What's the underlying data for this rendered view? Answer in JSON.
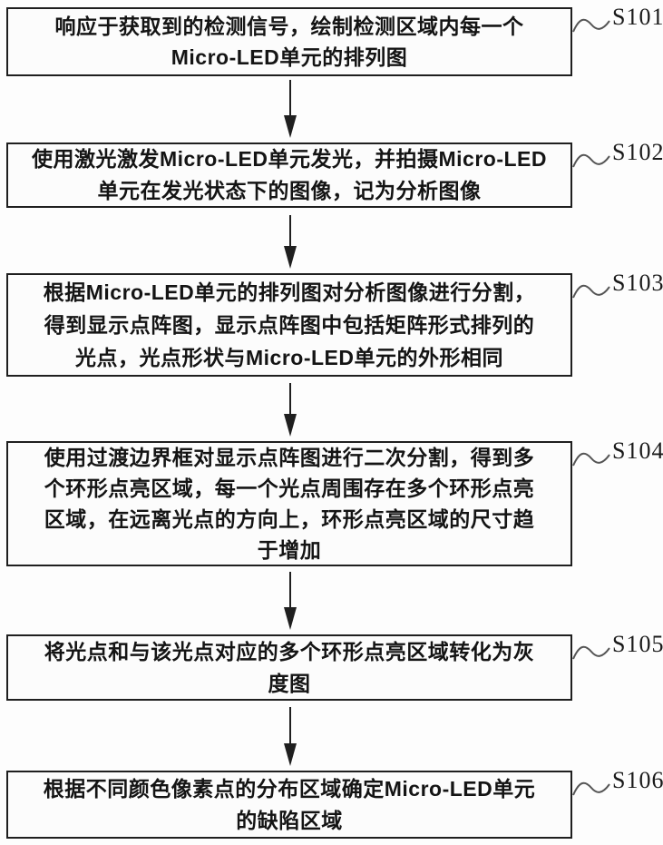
{
  "figure": {
    "type": "flowchart",
    "direction": "top-down",
    "box_border_color": "#1f1f1f",
    "text_color": "#141414",
    "connector_color": "#555555"
  },
  "steps": [
    {
      "label": "S101",
      "text": "响应于获取到的检测信号，绘制检测区域内每一个\nMicro-LED单元的排列图"
    },
    {
      "label": "S102",
      "text": "使用激光激发Micro-LED单元发光，并拍摄Micro-LED\n单元在发光状态下的图像，记为分析图像"
    },
    {
      "label": "S103",
      "text": "根据Micro-LED单元的排列图对分析图像进行分割，\n得到显示点阵图，显示点阵图中包括矩阵形式排列的\n光点，光点形状与Micro-LED单元的外形相同"
    },
    {
      "label": "S104",
      "text": "使用过渡边界框对显示点阵图进行二次分割，得到多\n个环形点亮区域，每一个光点周围存在多个环形点亮\n区域，在远离光点的方向上，环形点亮区域的尺寸趋\n于增加"
    },
    {
      "label": "S105",
      "text": "将光点和与该光点对应的多个环形点亮区域转化为灰\n度图"
    },
    {
      "label": "S106",
      "text": "根据不同颜色像素点的分布区域确定Micro-LED单元\n的缺陷区域"
    }
  ]
}
